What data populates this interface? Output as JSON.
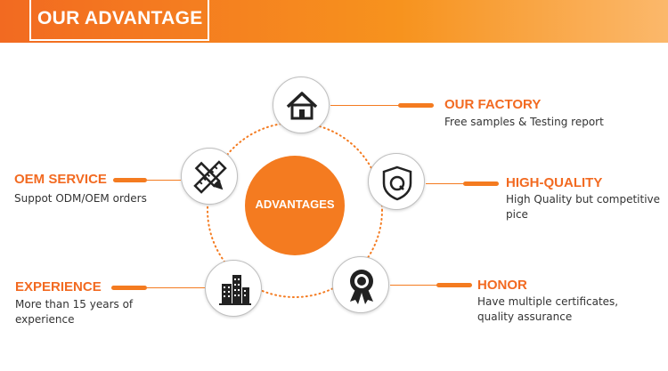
{
  "header": {
    "title": "OUR ADVANTAGE"
  },
  "center": {
    "label": "ADVANTAGES"
  },
  "features": {
    "factory": {
      "title": "OUR FACTORY",
      "desc": "Free samples & Testing report",
      "icon": "house-icon"
    },
    "oem": {
      "title": "OEM SERVICE",
      "desc": "Suppot ODM/OEM orders",
      "icon": "ruler-pencil-icon"
    },
    "quality": {
      "title": "HIGH-QUALITY",
      "desc": "High Quality but competitive pice",
      "icon": "shield-q-icon"
    },
    "experience": {
      "title": "EXPERIENCE",
      "desc": "More than 15 years of experience",
      "icon": "buildings-icon"
    },
    "honor": {
      "title": "HONOR",
      "desc": "Have multiple certificates, quality assurance",
      "icon": "award-rosette-icon"
    }
  },
  "colors": {
    "accent": "#f47b20",
    "title": "#f26a21",
    "text": "#333333"
  }
}
